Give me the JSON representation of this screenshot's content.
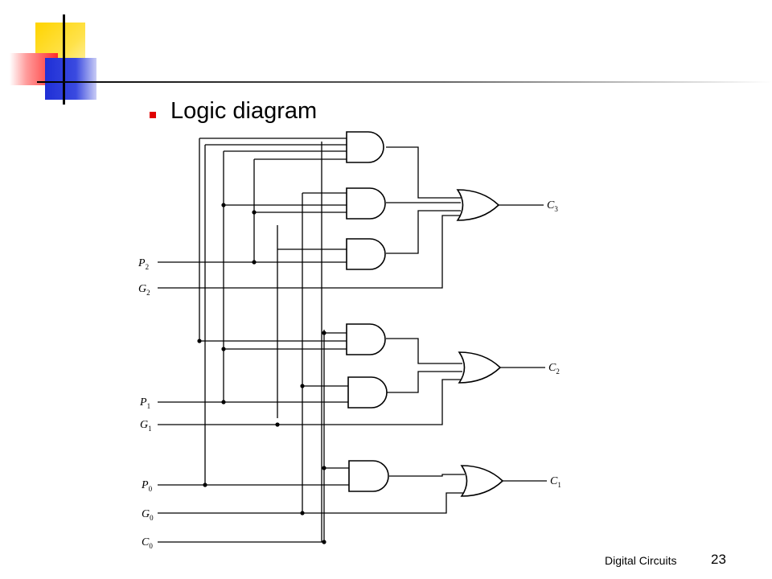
{
  "slide": {
    "title": "Logic diagram",
    "footer": "Digital Circuits",
    "page_number": "23"
  },
  "colors": {
    "bullet": "#e00000",
    "deco_yellow": "#ffd400",
    "deco_red": "#ff2a2a",
    "deco_blue": "#1f2fd6"
  },
  "diagram": {
    "inputs": [
      {
        "letter": "P",
        "sub": "2"
      },
      {
        "letter": "G",
        "sub": "2"
      },
      {
        "letter": "P",
        "sub": "1"
      },
      {
        "letter": "G",
        "sub": "1"
      },
      {
        "letter": "P",
        "sub": "0"
      },
      {
        "letter": "G",
        "sub": "0"
      },
      {
        "letter": "C",
        "sub": "0"
      }
    ],
    "outputs": [
      {
        "letter": "C",
        "sub": "3"
      },
      {
        "letter": "C",
        "sub": "2"
      },
      {
        "letter": "C",
        "sub": "1"
      }
    ]
  }
}
